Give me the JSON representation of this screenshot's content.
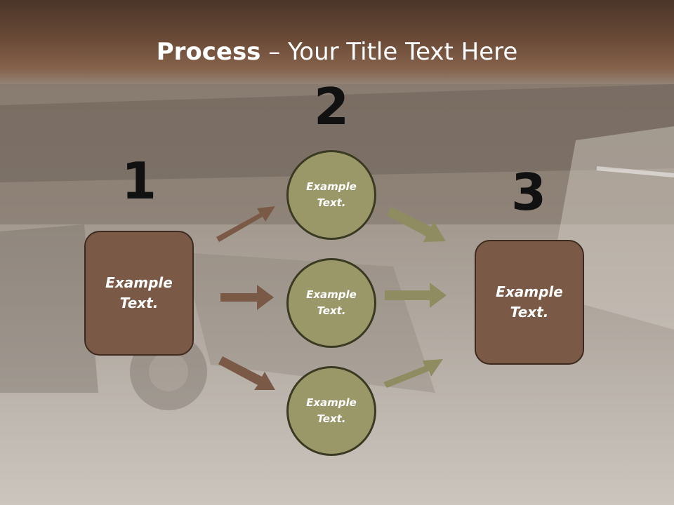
{
  "title": {
    "bold": "Process",
    "rest": " – Your Title Text Here"
  },
  "steps": [
    {
      "number": "1",
      "label": "Example\nText."
    },
    {
      "number": "2",
      "items": [
        "Example\nText.",
        "Example\nText.",
        "Example\nText."
      ]
    },
    {
      "number": "3",
      "label": "Example\nText."
    }
  ],
  "colors": {
    "header": "#6a4a37",
    "box_fill": "#7a5a46",
    "circle_fill": "#9a9768",
    "arrow_brown": "#7a5a46",
    "arrow_olive": "#8e8c60"
  }
}
